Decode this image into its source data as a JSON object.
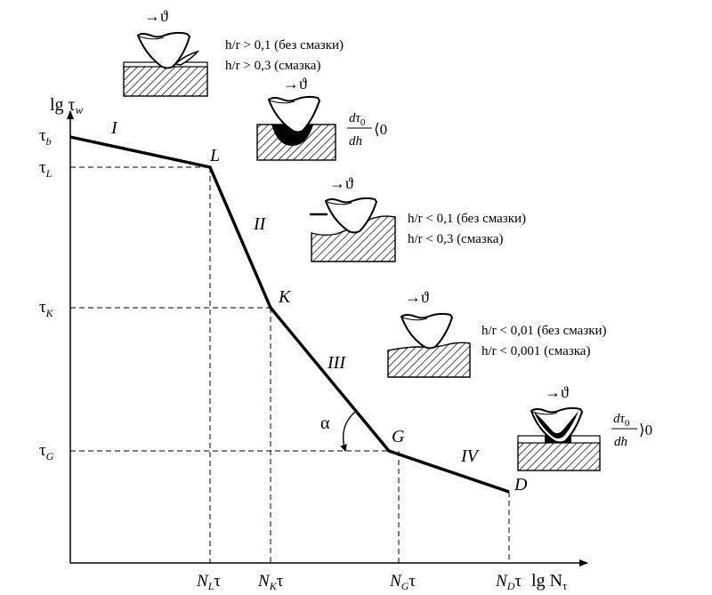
{
  "axes": {
    "y_label": {
      "main": "lg τ",
      "sub": "w"
    },
    "x_label": {
      "main": "lg N",
      "sub": "τ"
    }
  },
  "y_ticks": [
    {
      "id": "tb",
      "main": "τ",
      "sub": "b"
    },
    {
      "id": "tL",
      "main": "τ",
      "sub": "L"
    },
    {
      "id": "tK",
      "main": "τ",
      "sub": "K"
    },
    {
      "id": "tG",
      "main": "τ",
      "sub": "G"
    }
  ],
  "x_ticks": [
    {
      "id": "NL",
      "main": "N",
      "sub": "L",
      "suffix": "τ"
    },
    {
      "id": "NK",
      "main": "N",
      "sub": "K",
      "suffix": "τ"
    },
    {
      "id": "NG",
      "main": "N",
      "sub": "G",
      "suffix": "τ"
    },
    {
      "id": "ND",
      "main": "N",
      "sub": "D",
      "suffix": "τ"
    }
  ],
  "points": {
    "L": "L",
    "K": "K",
    "G": "G",
    "D": "D"
  },
  "regions": {
    "r1": "I",
    "r2": "II",
    "r3": "III",
    "r4": "IV"
  },
  "angle_label": "α",
  "motion_symbol": "→ϑ",
  "conditions": {
    "c1": {
      "line1": "h/r > 0,1 (без смазки)",
      "line2": "h/r > 0,3 (смазка)"
    },
    "c2": {
      "num": "dτ",
      "num_sub": "0",
      "den": "dh",
      "rel": "⟨0"
    },
    "c3": {
      "line1": "h/r < 0,1 (без смазки)",
      "line2": "h/r < 0,3 (смазка)"
    },
    "c4": {
      "line1": "h/r < 0,01 (без смазки)",
      "line2": "h/r < 0,001 (смазка)"
    },
    "c5": {
      "num": "dτ",
      "num_sub": "0",
      "den": "dh",
      "rel": "⟩0"
    }
  },
  "colors": {
    "ink": "#000000",
    "background": "#ffffff"
  }
}
